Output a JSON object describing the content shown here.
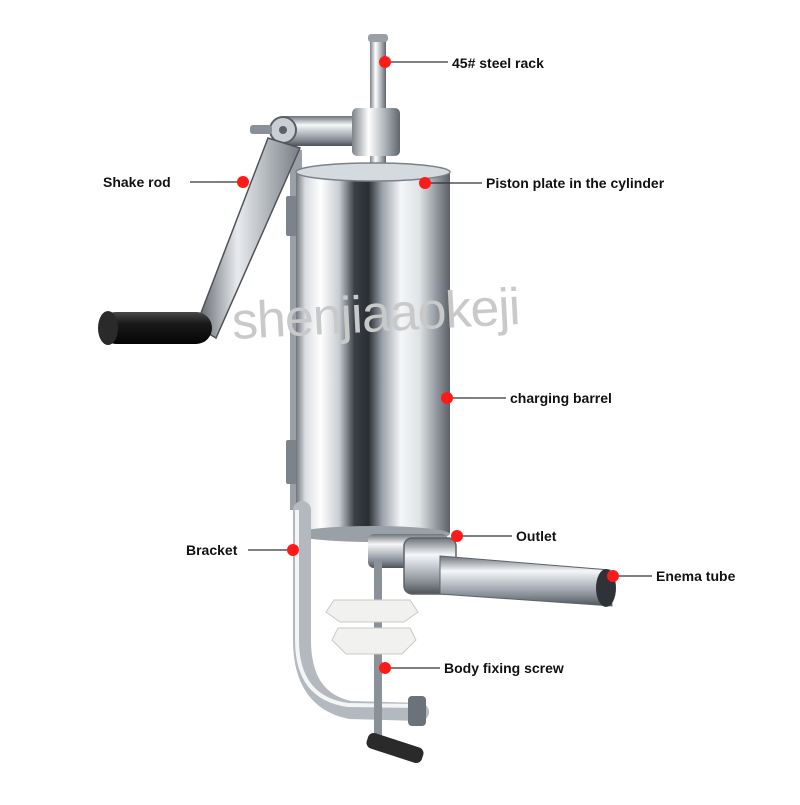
{
  "watermark": "shenjiaaokeji",
  "labels": {
    "steel_rack": "45# steel rack",
    "shake_rod": "Shake rod",
    "piston_plate": "Piston plate in the cylinder",
    "charging_barrel": "charging barrel",
    "bracket": "Bracket",
    "outlet": "Outlet",
    "enema_tube": "Enema tube",
    "body_fixing_screw": "Body fixing screw"
  },
  "colors": {
    "marker": "#ff1a1a",
    "leader": "#333333",
    "steel_light": "#f2f4f6",
    "steel_mid": "#b9bfc6",
    "steel_dark": "#3c4148",
    "handle": "#141414"
  }
}
